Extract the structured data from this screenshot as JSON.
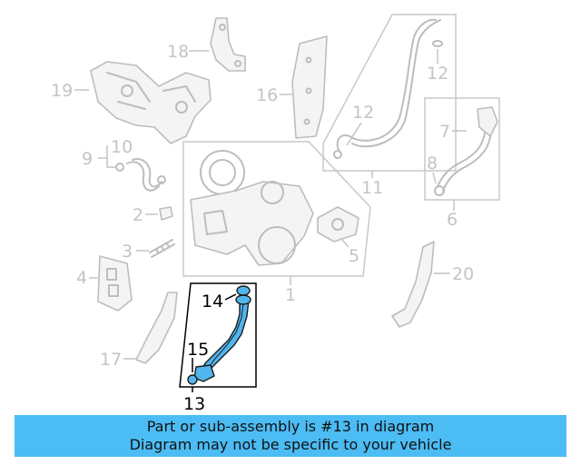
{
  "callouts": {
    "c1": "1",
    "c2": "2",
    "c3": "3",
    "c4": "4",
    "c5": "5",
    "c6": "6",
    "c7": "7",
    "c8": "8",
    "c9": "9",
    "c10": "10",
    "c11": "11",
    "c12a": "12",
    "c12b": "12",
    "c13": "13",
    "c14": "14",
    "c15": "15",
    "c16": "16",
    "c17": "17",
    "c18": "18",
    "c19": "19",
    "c20": "20"
  },
  "banner": {
    "line1": "Part or sub-assembly is #13 in diagram",
    "line2": "Diagram may not be specific to your vehicle"
  },
  "colors": {
    "highlight": "#52b6ee",
    "banner": "#4cbcf4",
    "muted": "#c4c4c4"
  }
}
